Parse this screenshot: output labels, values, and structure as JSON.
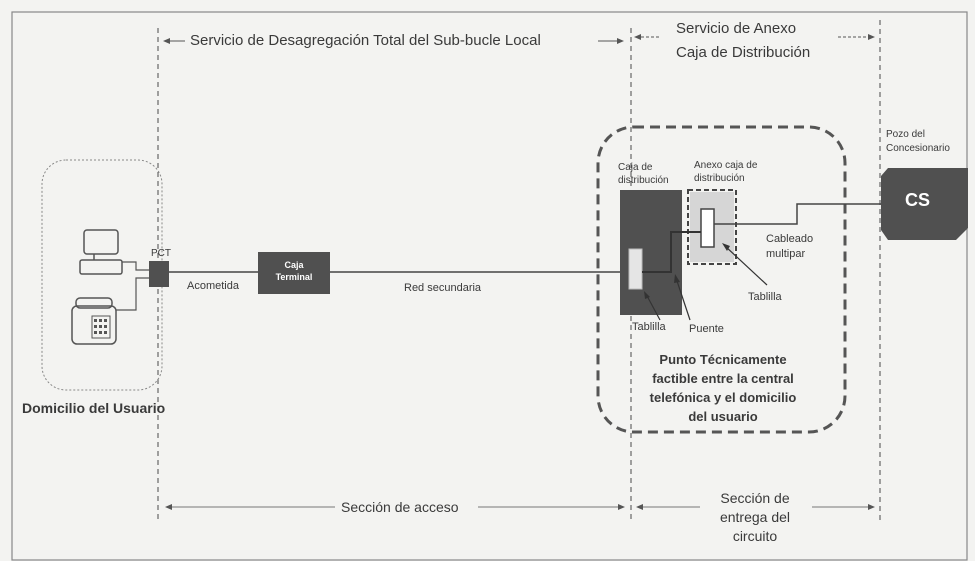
{
  "top_left_service": "Servicio de Desagregación Total del Sub-bucle Local",
  "top_right_service_line1": "Servicio de Anexo",
  "top_right_service_line2": "Caja de Distribución",
  "user_home_label": "Domicilio del Usuario",
  "pct_label": "PCT",
  "acometida_label": "Acometida",
  "terminal_box": {
    "line1": "Caja",
    "line2": "Terminal"
  },
  "red_secundaria_label": "Red secundaria",
  "dist_box_label_line1": "Caja de",
  "dist_box_label_line2": "distribución",
  "annex_box_label_line1": "Anexo caja de",
  "annex_box_label_line2": "distribución",
  "pozo_line1": "Pozo del",
  "pozo_line2": "Concesionario",
  "cs_label": "CS",
  "cableado_line1": "Cableado",
  "cableado_line2": "multipar",
  "tablilla_right": "Tablilla",
  "tablilla_left": "Tablilla",
  "puente": "Puente",
  "punto_lines": [
    "Punto Técnicamente",
    "factible entre la central",
    "telefónica y el domicilio",
    "del usuario"
  ],
  "seccion_acceso": "Sección de acceso",
  "seccion_entrega": [
    "Sección de",
    "entrega del",
    "circuito"
  ],
  "colors": {
    "box_dark": "#505050",
    "line": "#555555",
    "dash": "#666666"
  }
}
